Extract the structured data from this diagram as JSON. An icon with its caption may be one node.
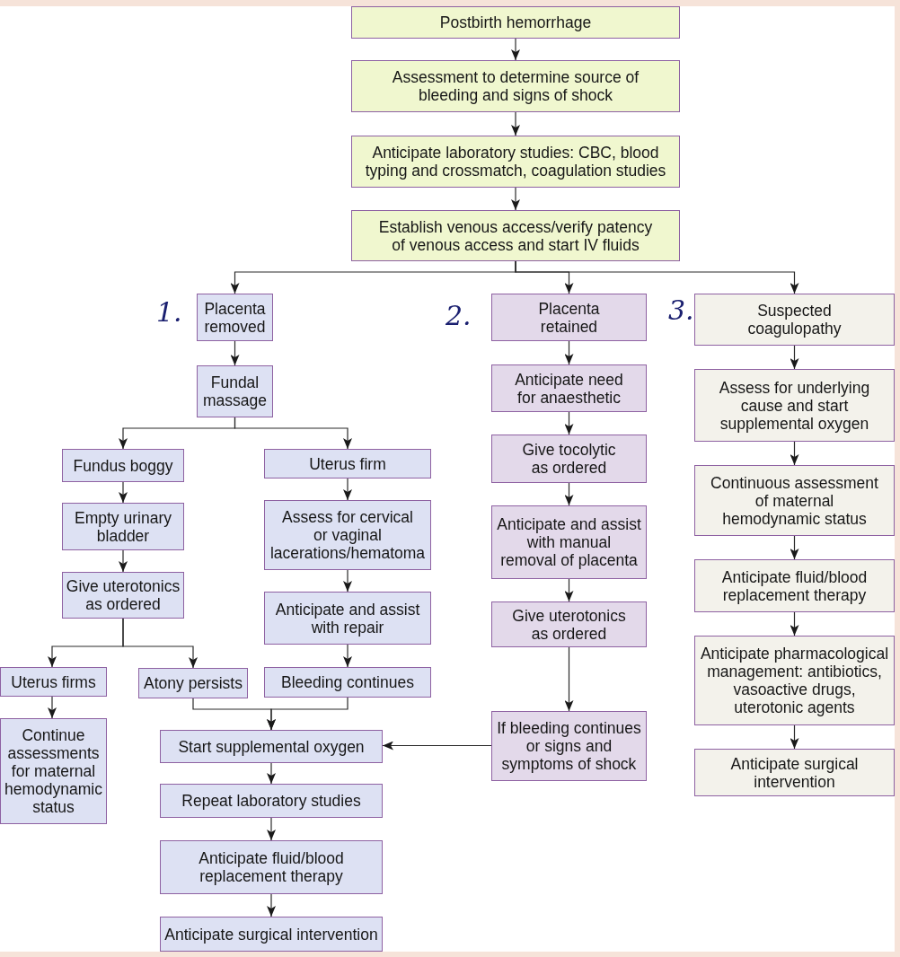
{
  "diagram": {
    "nodes": [
      {
        "text": [
          "Postbirth hemorrhage"
        ]
      },
      {
        "text": [
          "Assessment to determine source of bleeding and signs of shock"
        ]
      },
      {
        "text": [
          "Anticipate laboratory studies: CBC, blood typing and crossmatch, coagulation studies"
        ]
      },
      {
        "text": [
          "Establish venous access/verify patency of venous access and start IV fluids"
        ]
      },
      {
        "text": [
          "Placenta removed"
        ]
      },
      {
        "text": [
          "Placenta retained"
        ]
      },
      {
        "text": [
          "Suspected coagulopathy"
        ]
      },
      {
        "text": [
          "Fundal massage"
        ]
      },
      {
        "text": [
          "Fundus boggy"
        ]
      },
      {
        "text": [
          "Uterus firm"
        ]
      },
      {
        "text": [
          "Empty urinary bladder"
        ]
      },
      {
        "text": [
          "Assess for cervical or vaginal lacerations/hematoma"
        ]
      },
      {
        "text": [
          "Give uterotonics as ordered"
        ]
      },
      {
        "text": [
          "Anticipate and assist with repair"
        ]
      },
      {
        "text": [
          "Uterus firms"
        ]
      },
      {
        "text": [
          "Atony persists"
        ]
      },
      {
        "text": [
          "Bleeding continues"
        ]
      },
      {
        "text": [
          "Continue assessments for maternal hemodynamic status"
        ]
      },
      {
        "text": [
          "Start supplemental oxygen"
        ]
      },
      {
        "text": [
          "Repeat laboratory studies"
        ]
      },
      {
        "text": [
          "Anticipate fluid/blood replacement therapy"
        ]
      },
      {
        "text": [
          "Anticipate surgical intervention"
        ]
      },
      {
        "text": [
          "Anticipate need for anaesthetic"
        ]
      },
      {
        "text": [
          "Give tocolytic as ordered"
        ]
      },
      {
        "text": [
          "Anticipate and assist with manual removal of placenta"
        ]
      },
      {
        "text": [
          "Give uterotonics as ordered"
        ]
      },
      {
        "text": [
          "If bleeding continues or signs and symptoms of shock"
        ]
      },
      {
        "text": [
          "Assess for underlying cause and start supplemental oxygen"
        ]
      },
      {
        "text": [
          "Continuous assessment of maternal hemodynamic status"
        ]
      },
      {
        "text": [
          "Anticipate fluid/blood replacement therapy"
        ]
      },
      {
        "text": [
          "Anticipate pharmacological management: antibiotics, vasoactive drugs, uterotonic agents"
        ]
      },
      {
        "text": [
          "Anticipate surgical intervention"
        ]
      }
    ],
    "edges": [
      {
        "from": 0,
        "to": 1,
        "arrow": "to"
      },
      {
        "from": 1,
        "to": 2,
        "arrow": "to"
      },
      {
        "from": 2,
        "to": 3,
        "arrow": "to"
      },
      {
        "from": 3,
        "to": 4,
        "arrow": "to"
      },
      {
        "from": 3,
        "to": 5,
        "arrow": "to"
      },
      {
        "from": 3,
        "to": 6,
        "arrow": "to"
      },
      {
        "from": 4,
        "to": 7,
        "arrow": "to"
      },
      {
        "from": 7,
        "to": 8,
        "arrow": "to"
      },
      {
        "from": 7,
        "to": 9,
        "arrow": "to"
      },
      {
        "from": 8,
        "to": 10,
        "arrow": "to"
      },
      {
        "from": 10,
        "to": 12,
        "arrow": "to"
      },
      {
        "from": 12,
        "to": 14,
        "arrow": "to"
      },
      {
        "from": 12,
        "to": 15,
        "arrow": "to"
      },
      {
        "from": 14,
        "to": 17,
        "arrow": "to"
      },
      {
        "from": 9,
        "to": 11,
        "arrow": "to"
      },
      {
        "from": 11,
        "to": 13,
        "arrow": "to"
      },
      {
        "from": 13,
        "to": 16,
        "arrow": "to"
      },
      {
        "from": 15,
        "to": 18,
        "arrow": "to"
      },
      {
        "from": 16,
        "to": 18,
        "arrow": "to"
      },
      {
        "from": 18,
        "to": 19,
        "arrow": "to"
      },
      {
        "from": 19,
        "to": 20,
        "arrow": "to"
      },
      {
        "from": 20,
        "to": 21,
        "arrow": "to"
      },
      {
        "from": 5,
        "to": 22,
        "arrow": "to"
      },
      {
        "from": 22,
        "to": 23,
        "arrow": "to"
      },
      {
        "from": 23,
        "to": 24,
        "arrow": "to"
      },
      {
        "from": 24,
        "to": 25,
        "arrow": "to"
      },
      {
        "from": 25,
        "to": 26,
        "arrow": "to"
      },
      {
        "from": 26,
        "to": 18,
        "arrow": "to"
      },
      {
        "from": 6,
        "to": 27,
        "arrow": "to"
      },
      {
        "from": 27,
        "to": 28,
        "arrow": "to"
      },
      {
        "from": 28,
        "to": 29,
        "arrow": "to"
      },
      {
        "from": 29,
        "to": 30,
        "arrow": "to"
      },
      {
        "from": 30,
        "to": 31,
        "arrow": "to"
      }
    ],
    "labels": [
      "1.",
      "2.",
      "3."
    ]
  }
}
